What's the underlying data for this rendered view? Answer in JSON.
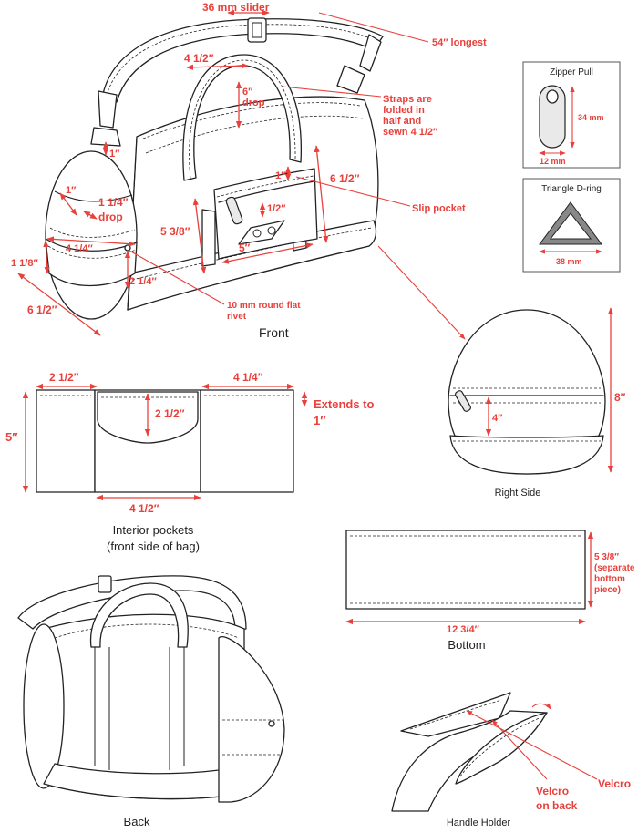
{
  "views": {
    "front": "Front",
    "right_side": "Right Side",
    "interior_pockets_line1": "Interior pockets",
    "interior_pockets_line2": "(front side of bag)",
    "bottom": "Bottom",
    "back": "Back",
    "handle_holder": "Handle Holder"
  },
  "callouts": {
    "slider": "36 mm slider",
    "strap_longest": "54″ longest",
    "handle_width": "4 1/2″",
    "handle_drop_1": "6″",
    "handle_drop_2": "drop",
    "straps_1": "Straps are",
    "straps_2": "folded in",
    "straps_3": "half and",
    "straps_4": "sewn 4 1/2″",
    "tab_1": "1″",
    "side_height": "6 1/2″",
    "slip_tab": "1″",
    "slip_pocket": "Slip pocket",
    "slip_half": "1/2″",
    "front_height": "5 3/8″",
    "slip_width": "5″",
    "end_1": "1″",
    "end_drop_1": "1 1/4″",
    "end_drop_2": "drop",
    "end_quarter": "4 1/4″",
    "end_eighth": "1 1/8″",
    "end_bottom": "2 1/4″",
    "end_width": "6 1/2″",
    "rivet_1": "10 mm round flat",
    "rivet_2": "rivet",
    "pocket_left": "2 1/2″",
    "pocket_right": "4 1/4″",
    "extends_1": "Extends to",
    "extends_2": "1″",
    "pocket_height": "5″",
    "pocket_flap": "2 1/2″",
    "pocket_bottom": "4 1/2″",
    "right_height": "8″",
    "right_zip": "4″",
    "bottom_h_1": "5 3/8″",
    "bottom_h_2": "(separate",
    "bottom_h_3": "bottom",
    "bottom_h_4": "piece)",
    "bottom_w": "12 3/4″",
    "velcro": "Velcro",
    "velcro_back_1": "Velcro",
    "velcro_back_2": "on back"
  },
  "hardware": {
    "zipper_title": "Zipper Pull",
    "zipper_h": "34 mm",
    "zipper_w": "12 mm",
    "dring_title": "Triangle D-ring",
    "dring_w": "38 mm"
  },
  "colors": {
    "accent": "#e8413c",
    "ink": "#222222"
  }
}
